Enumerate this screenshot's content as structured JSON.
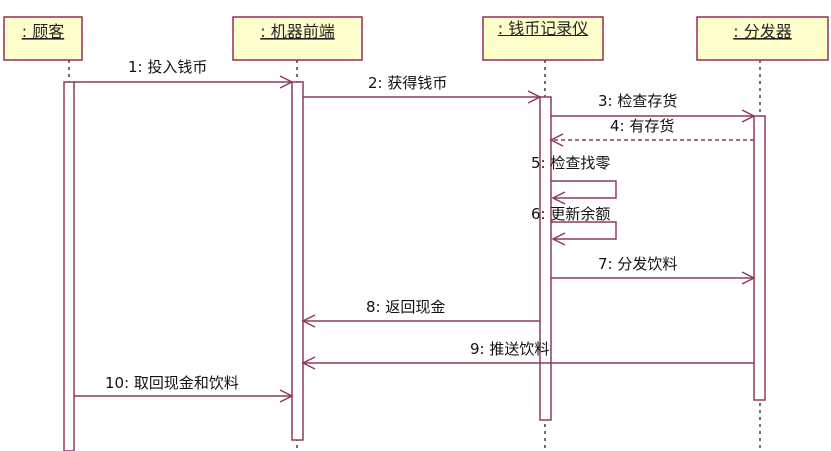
{
  "diagram": {
    "type": "sequence",
    "colors": {
      "line": "#8e3a5e",
      "box_fill": "#ffffcc",
      "box_border": "#9a2a58"
    },
    "participants": [
      {
        "id": "customer",
        "label": ": 顾客",
        "label_lines": [
          ": 顾客"
        ]
      },
      {
        "id": "front",
        "label": ": 机器前端",
        "label_lines": [
          ": 机器前端"
        ]
      },
      {
        "id": "recorder",
        "label": ": 钱币记录仪",
        "label_lines": [
          ": 钱币记录",
          "仪"
        ]
      },
      {
        "id": "dispenser",
        "label": ": 分发器",
        "label_lines": [
          ": 分发器"
        ]
      }
    ],
    "messages": [
      {
        "n": 1,
        "label": "1:  投入钱币",
        "from": "customer",
        "to": "front",
        "kind": "sync"
      },
      {
        "n": 2,
        "label": "2: 获得钱币",
        "from": "front",
        "to": "recorder",
        "kind": "sync"
      },
      {
        "n": 3,
        "label": "3: 检查存货",
        "from": "recorder",
        "to": "dispenser",
        "kind": "sync"
      },
      {
        "n": 4,
        "label": "4: 有存货",
        "from": "dispenser",
        "to": "recorder",
        "kind": "return"
      },
      {
        "n": 5,
        "label": "5: 检查找零",
        "from": "recorder",
        "to": "recorder",
        "kind": "self"
      },
      {
        "n": 6,
        "label": "6: 更新余额",
        "from": "recorder",
        "to": "recorder",
        "kind": "self"
      },
      {
        "n": 7,
        "label": "7: 分发饮料",
        "from": "recorder",
        "to": "dispenser",
        "kind": "sync"
      },
      {
        "n": 8,
        "label": "8: 返回现金",
        "from": "recorder",
        "to": "front",
        "kind": "sync"
      },
      {
        "n": 9,
        "label": "9:  推送饮料",
        "from": "dispenser",
        "to": "front",
        "kind": "sync"
      },
      {
        "n": 10,
        "label": "10:  取回现金和饮料",
        "from": "customer",
        "to": "front",
        "kind": "sync"
      }
    ]
  }
}
